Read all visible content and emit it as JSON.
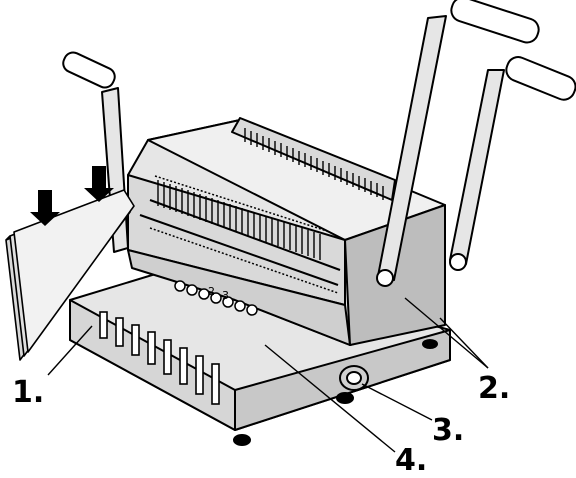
{
  "callouts": [
    {
      "id": "1",
      "text": "1."
    },
    {
      "id": "2",
      "text": "2."
    },
    {
      "id": "3",
      "text": "3."
    },
    {
      "id": "4",
      "text": "4."
    }
  ],
  "panel_digits": {
    "d2": "2",
    "d3": "3"
  },
  "colors": {
    "ink": "#000000",
    "body_fill": "#e6e6e6",
    "body_shade": "#c8c8c8",
    "paper": "#d9d9d9",
    "background": "#ffffff"
  },
  "icons": {
    "insert_arrow": "down-arrow-icon",
    "crank_handle": "crank-handle-icon"
  }
}
